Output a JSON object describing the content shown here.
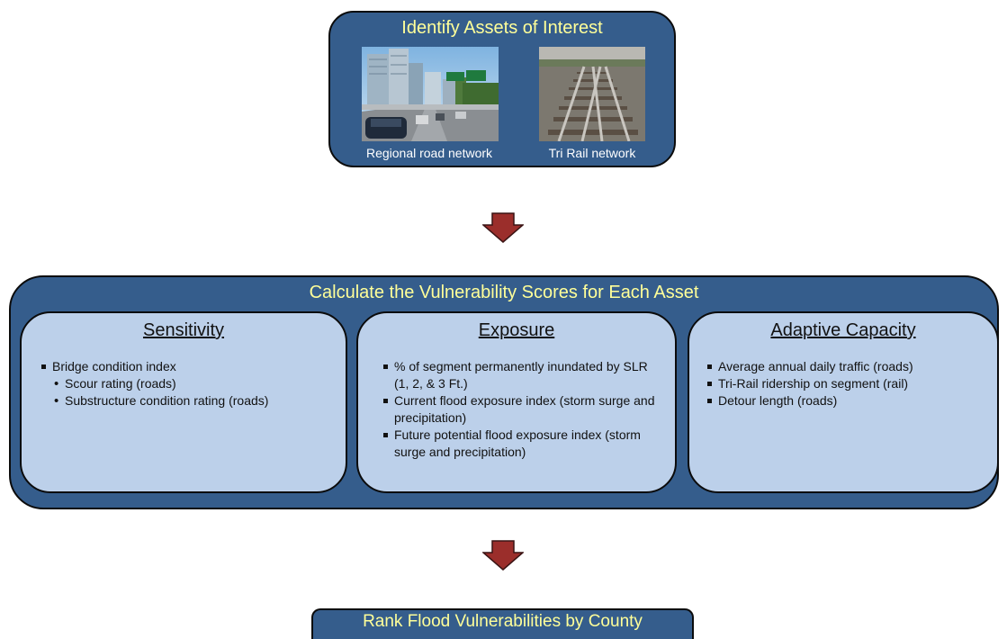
{
  "top": {
    "title": "Identify Assets of Interest",
    "left_caption": "Regional road network",
    "right_caption": "Tri Rail network"
  },
  "middle": {
    "title": "Calculate the Vulnerability Scores for Each Asset",
    "panels": [
      {
        "title": "Sensitivity",
        "bullets": [
          {
            "text": "Bridge condition index",
            "sub": [
              "Scour rating (roads)",
              "Substructure condition rating (roads)"
            ]
          }
        ]
      },
      {
        "title": "Exposure",
        "bullets": [
          {
            "text": "% of segment permanently inundated by SLR (1, 2, & 3 Ft.)"
          },
          {
            "text": "Current flood exposure index (storm surge and precipitation)"
          },
          {
            "text": "Future potential flood exposure index (storm surge and precipitation)"
          }
        ]
      },
      {
        "title": "Adaptive Capacity",
        "bullets": [
          {
            "text": "Average annual daily traffic (roads)"
          },
          {
            "text": "Tri-Rail ridership on segment (rail)"
          },
          {
            "text": "Detour length (roads)"
          }
        ]
      }
    ]
  },
  "bottom": {
    "title": "Rank Flood Vulnerabilities by County"
  },
  "colors": {
    "box_fill": "#355d8c",
    "title_text": "#ffff99",
    "panel_fill": "#bcd0ea",
    "arrow_fill": "#9b2e2b"
  },
  "icons": [
    "road-photo",
    "rail-photo",
    "down-arrow-icon"
  ]
}
